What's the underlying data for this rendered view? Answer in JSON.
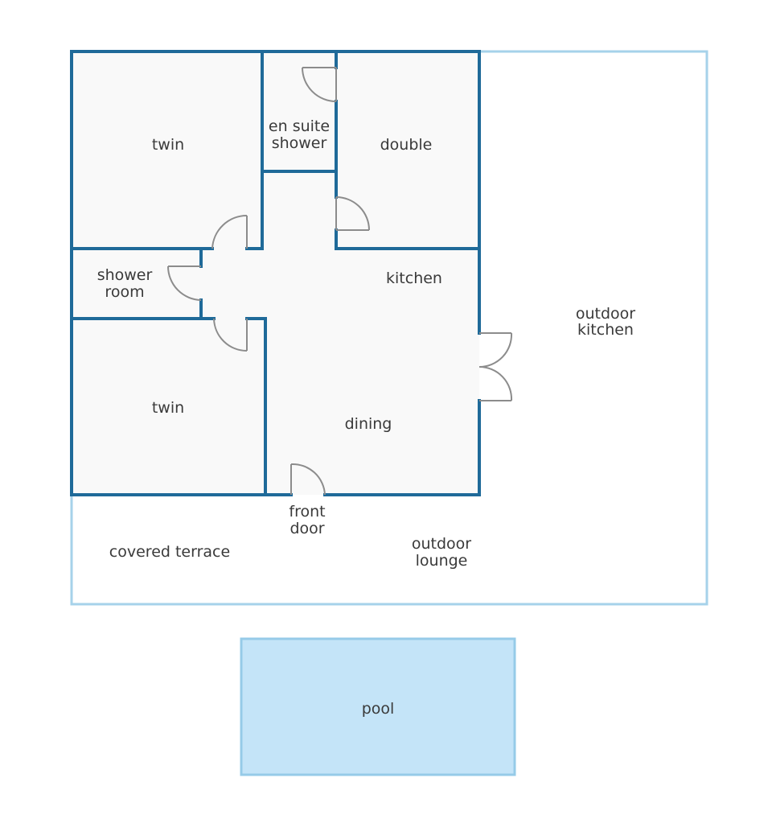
{
  "floorplan": {
    "rooms": {
      "twin_top": "twin",
      "en_suite_line1": "en suite",
      "en_suite_line2": "shower",
      "double": "double",
      "shower_room_line1": "shower",
      "shower_room_line2": "room",
      "kitchen": "kitchen",
      "twin_bottom": "twin",
      "dining": "dining",
      "outdoor_kitchen_line1": "outdoor",
      "outdoor_kitchen_line2": "kitchen",
      "front_door_line1": "front",
      "front_door_line2": "door",
      "covered_terrace": "covered terrace",
      "outdoor_lounge_line1": "outdoor",
      "outdoor_lounge_line2": "lounge",
      "pool": "pool"
    },
    "colors": {
      "interior_fill": "#f9f9f9",
      "wall": "#1f6a99",
      "outdoor_outline": "#a6d2ea",
      "pool_fill": "#c4e4f8",
      "pool_border": "#96cbe8",
      "door": "#8c8c8c",
      "text": "#3a3a3a"
    }
  }
}
